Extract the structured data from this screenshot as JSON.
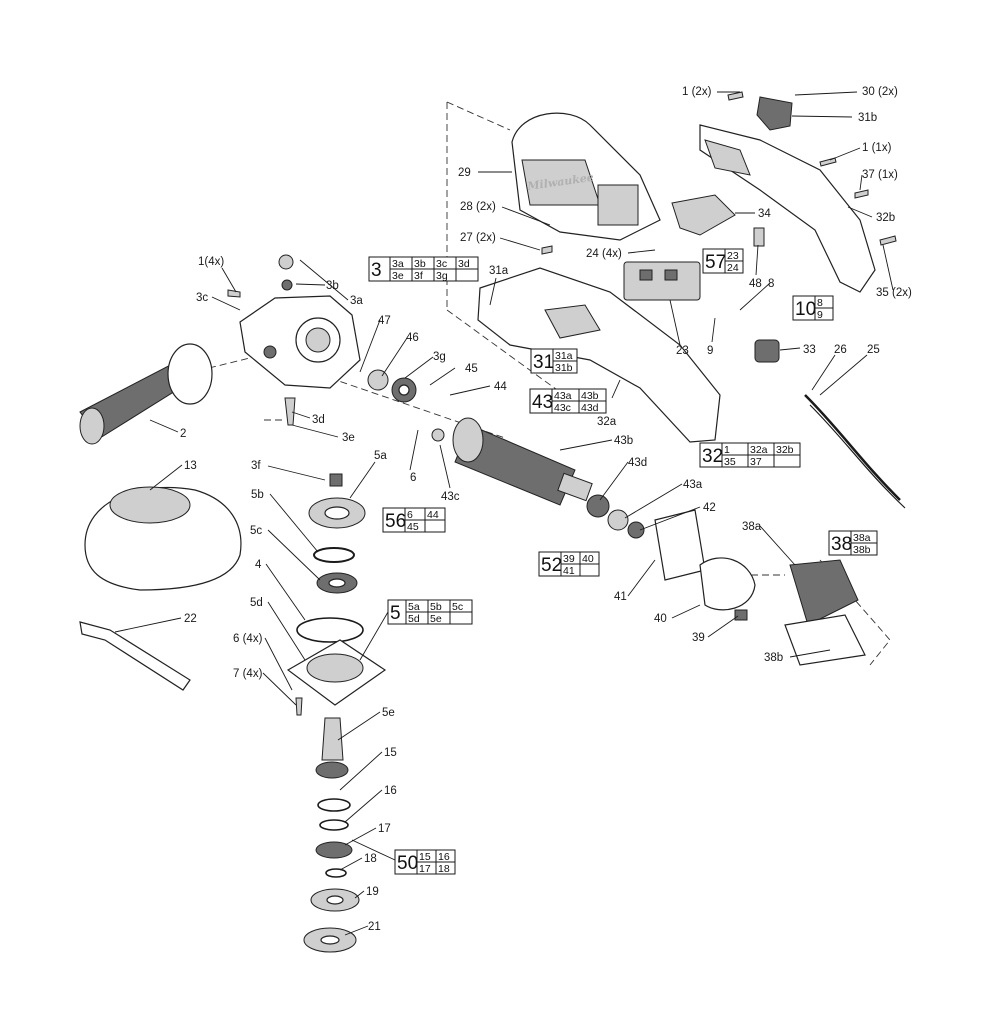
{
  "brand_mark": "Milwaukee",
  "labels": [
    {
      "id": "1-2x",
      "text": "1 (2x)"
    },
    {
      "id": "30-2x",
      "text": "30 (2x)"
    },
    {
      "id": "31b",
      "text": "31b"
    },
    {
      "id": "1-1x",
      "text": "1 (1x)"
    },
    {
      "id": "37-1x",
      "text": "37 (1x)"
    },
    {
      "id": "32b",
      "text": "32b"
    },
    {
      "id": "35-2x",
      "text": "35 (2x)"
    },
    {
      "id": "29",
      "text": "29"
    },
    {
      "id": "28-2x",
      "text": "28 (2x)"
    },
    {
      "id": "27-2x",
      "text": "27 (2x)"
    },
    {
      "id": "34",
      "text": "34"
    },
    {
      "id": "24-4x",
      "text": "24 (4x)"
    },
    {
      "id": "48",
      "text": "48"
    },
    {
      "id": "8",
      "text": "8"
    },
    {
      "id": "31a",
      "text": "31a"
    },
    {
      "id": "23",
      "text": "23"
    },
    {
      "id": "9",
      "text": "9"
    },
    {
      "id": "33",
      "text": "33"
    },
    {
      "id": "26",
      "text": "26"
    },
    {
      "id": "25",
      "text": "25"
    },
    {
      "id": "1-4x",
      "text": "1(4x)"
    },
    {
      "id": "3b",
      "text": "3b"
    },
    {
      "id": "3c",
      "text": "3c"
    },
    {
      "id": "3a",
      "text": "3a"
    },
    {
      "id": "47",
      "text": "47"
    },
    {
      "id": "46",
      "text": "46"
    },
    {
      "id": "3g",
      "text": "3g"
    },
    {
      "id": "45",
      "text": "45"
    },
    {
      "id": "44",
      "text": "44"
    },
    {
      "id": "3d",
      "text": "3d"
    },
    {
      "id": "3e",
      "text": "3e"
    },
    {
      "id": "2",
      "text": "2"
    },
    {
      "id": "13",
      "text": "13"
    },
    {
      "id": "3f",
      "text": "3f"
    },
    {
      "id": "5a",
      "text": "5a"
    },
    {
      "id": "6",
      "text": "6"
    },
    {
      "id": "43c",
      "text": "43c"
    },
    {
      "id": "43b",
      "text": "43b"
    },
    {
      "id": "32a",
      "text": "32a"
    },
    {
      "id": "5b",
      "text": "5b"
    },
    {
      "id": "43d",
      "text": "43d"
    },
    {
      "id": "43a",
      "text": "43a"
    },
    {
      "id": "5c",
      "text": "5c"
    },
    {
      "id": "42",
      "text": "42"
    },
    {
      "id": "38a",
      "text": "38a"
    },
    {
      "id": "4",
      "text": "4"
    },
    {
      "id": "41",
      "text": "41"
    },
    {
      "id": "5d",
      "text": "5d"
    },
    {
      "id": "40",
      "text": "40"
    },
    {
      "id": "22",
      "text": "22"
    },
    {
      "id": "39",
      "text": "39"
    },
    {
      "id": "38b",
      "text": "38b"
    },
    {
      "id": "6-4x",
      "text": "6 (4x)"
    },
    {
      "id": "7-4x",
      "text": "7 (4x)"
    },
    {
      "id": "5e",
      "text": "5e"
    },
    {
      "id": "15",
      "text": "15"
    },
    {
      "id": "16",
      "text": "16"
    },
    {
      "id": "17",
      "text": "17"
    },
    {
      "id": "18",
      "text": "18"
    },
    {
      "id": "19",
      "text": "19"
    },
    {
      "id": "21",
      "text": "21"
    }
  ],
  "kits": [
    {
      "id": "3",
      "num": "3",
      "rows": [
        [
          "3a",
          "3b",
          "3c",
          "3d"
        ],
        [
          "3e",
          "3f",
          "3g",
          ""
        ]
      ]
    },
    {
      "id": "57",
      "num": "57",
      "rows": [
        [
          "23"
        ],
        [
          "24"
        ]
      ]
    },
    {
      "id": "10",
      "num": "10",
      "rows": [
        [
          "8"
        ],
        [
          "9"
        ]
      ]
    },
    {
      "id": "31",
      "num": "31",
      "rows": [
        [
          "31a"
        ],
        [
          "31b"
        ]
      ]
    },
    {
      "id": "43",
      "num": "43",
      "rows": [
        [
          "43a",
          "43b"
        ],
        [
          "43c",
          "43d"
        ]
      ]
    },
    {
      "id": "32",
      "num": "32",
      "rows": [
        [
          "1",
          "32a",
          "32b"
        ],
        [
          "35",
          "37",
          ""
        ]
      ]
    },
    {
      "id": "56",
      "num": "56",
      "rows": [
        [
          "6",
          "44"
        ],
        [
          "45",
          ""
        ]
      ]
    },
    {
      "id": "52",
      "num": "52",
      "rows": [
        [
          "39",
          "40"
        ],
        [
          "41",
          ""
        ]
      ]
    },
    {
      "id": "38",
      "num": "38",
      "rows": [
        [
          "38a"
        ],
        [
          "38b"
        ]
      ]
    },
    {
      "id": "5",
      "num": "5",
      "rows": [
        [
          "5a",
          "5b",
          "5c"
        ],
        [
          "5d",
          "5e",
          ""
        ]
      ]
    },
    {
      "id": "50",
      "num": "50",
      "rows": [
        [
          "15",
          "16"
        ],
        [
          "17",
          "18"
        ]
      ]
    }
  ]
}
